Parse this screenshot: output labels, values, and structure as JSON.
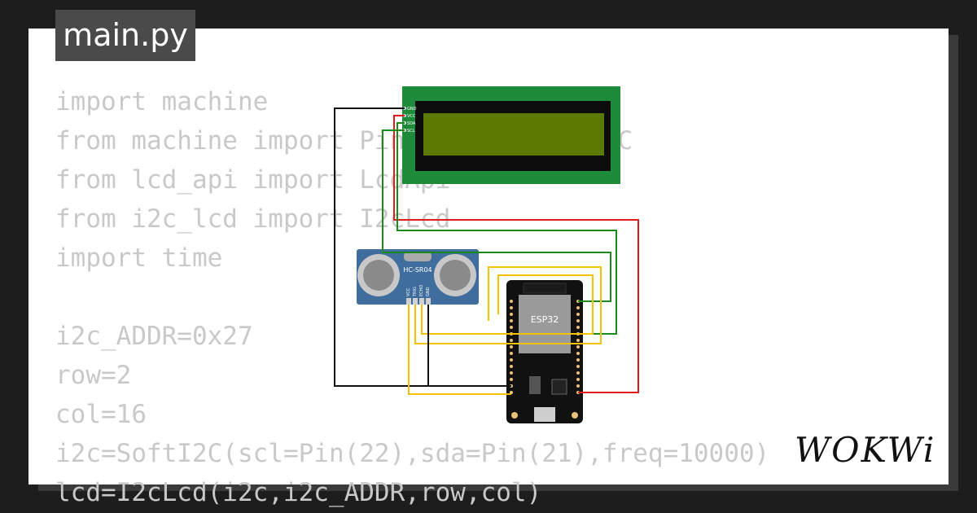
{
  "tab": {
    "filename": "main.py"
  },
  "code_lines": [
    "import machine",
    "from machine import Pin, time, SoftI2C",
    "from lcd_api import LcdApi",
    "from i2c_lcd import I2cLcd",
    "import time",
    "",
    "i2c_ADDR=0x27",
    "row=2",
    "col=16",
    "i2c=SoftI2C(scl=Pin(22),sda=Pin(21),freq=10000)",
    "lcd=I2cLcd(i2c,i2c_ADDR,row,col)"
  ],
  "diagram": {
    "lcd_pins": [
      "GND",
      "VCC",
      "SDA",
      "SCL"
    ],
    "sensor": {
      "name": "HC-SR04",
      "pins": [
        "VCC",
        "TRIG",
        "ECHO",
        "GND"
      ]
    },
    "board": {
      "chip_label": "ESP32"
    },
    "colors": {
      "wire_black": "#111111",
      "wire_red": "#e01b1b",
      "wire_green": "#1a8a1a",
      "wire_yellow": "#f2c200",
      "lcd_pcb": "#1d8b3a",
      "lcd_screen": "#5c7a00",
      "sensor_pcb": "#3f6e9e"
    }
  },
  "brand": {
    "logo_text": "WOKWi"
  }
}
